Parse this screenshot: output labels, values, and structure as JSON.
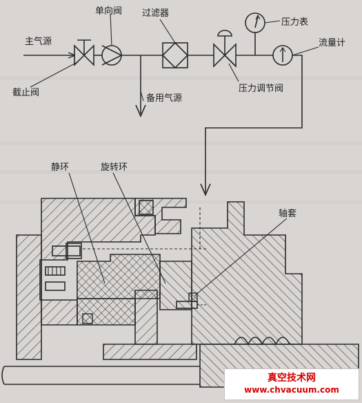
{
  "labels": {
    "main_source": "主气源",
    "check_valve": "单向阀",
    "filter": "过滤器",
    "pressure_gauge": "压力表",
    "flowmeter": "流量计",
    "shutoff_valve": "截止阀",
    "pressure_regulator": "压力调节阀",
    "backup_source": "备用气源",
    "static_ring": "静环",
    "rotating_ring": "旋转环",
    "shaft_sleeve": "轴套"
  },
  "watermark": {
    "title": "真空技术网",
    "url": "www.chvacuum.com"
  },
  "colors": {
    "background": "#d9d5d2",
    "line": "#2a2a2a",
    "watermark_red": "#d40000"
  }
}
